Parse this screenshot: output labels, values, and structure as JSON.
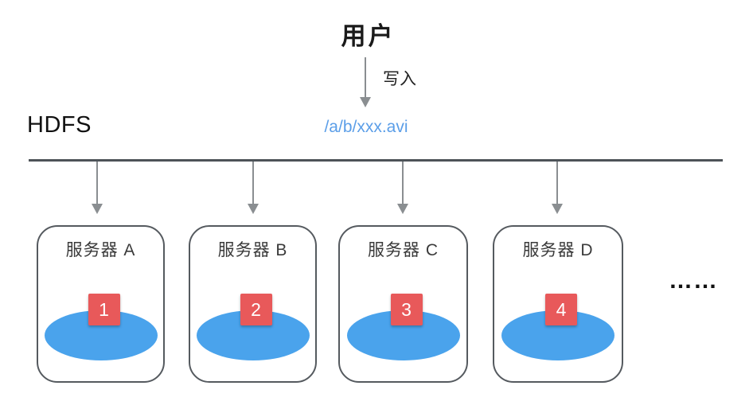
{
  "user": {
    "label": "用户"
  },
  "write": {
    "label": "写入"
  },
  "hdfs": {
    "label": "HDFS",
    "file_path": "/a/b/xxx.avi"
  },
  "servers": [
    {
      "name": "服务器 A",
      "block": "1"
    },
    {
      "name": "服务器 B",
      "block": "2"
    },
    {
      "name": "服务器 C",
      "block": "3"
    },
    {
      "name": "服务器 D",
      "block": "4"
    }
  ],
  "ellipsis": "……",
  "colors": {
    "block_red": "#E8595A",
    "disk_blue": "#4AA3EC",
    "path_blue": "#5B9EE8",
    "line_dark": "#4D5358",
    "arrow_gray": "#8A8E91",
    "border_gray": "#555A5F",
    "text_dark": "#1A1A1A"
  }
}
